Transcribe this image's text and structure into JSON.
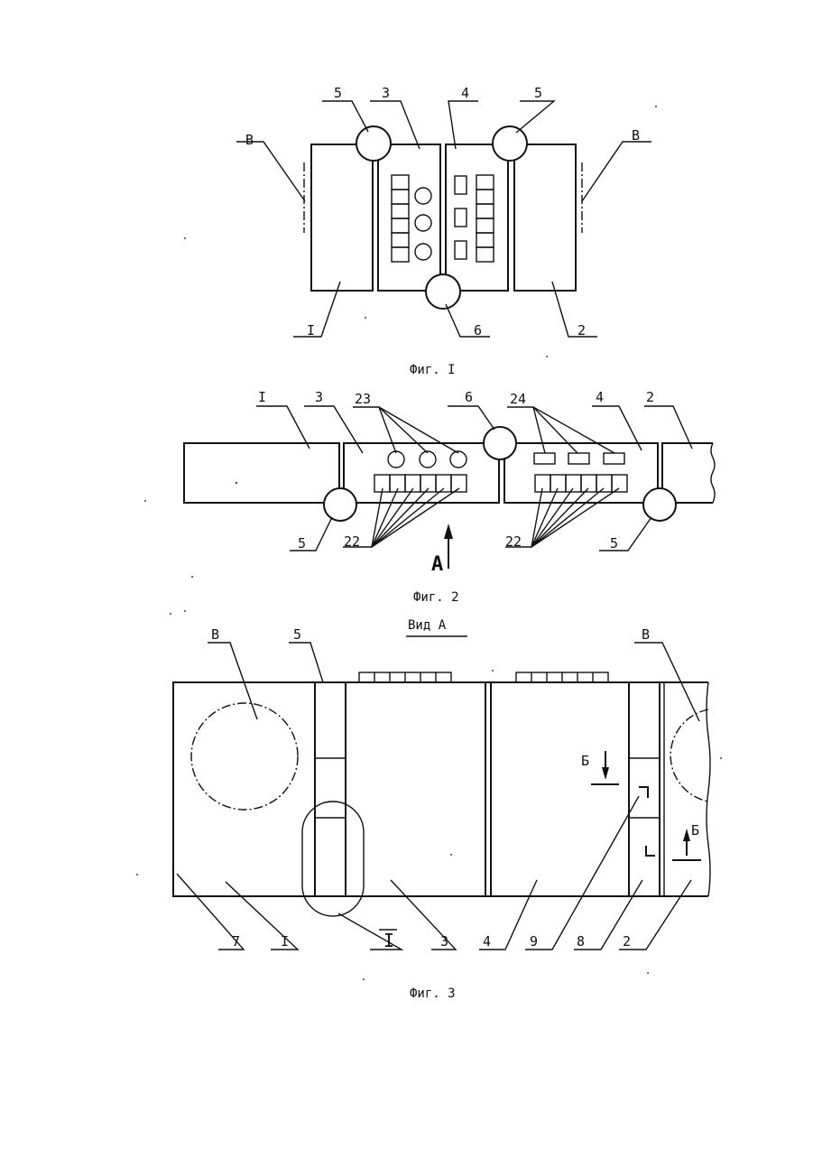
{
  "fig1": {
    "caption": "Фиг. I",
    "labels": {
      "b_left": "В",
      "b_right": "В",
      "n5_left": "5",
      "n3": "3",
      "n4": "4",
      "n5_right": "5",
      "n1": "I",
      "n6": "6",
      "n2": "2"
    }
  },
  "fig2": {
    "caption": "Фиг. 2",
    "labels": {
      "n1": "I",
      "n3": "3",
      "n23": "23",
      "n6": "6",
      "n24": "24",
      "n4": "4",
      "n2": "2",
      "n5_left": "5",
      "n22_left": "22",
      "arrow_a": "А",
      "n22_right": "22",
      "n5_right": "5"
    }
  },
  "fig3": {
    "view_title": "Вид  А",
    "caption": "Фиг. 3",
    "labels": {
      "b_left": "В",
      "n5": "5",
      "b_right": "В",
      "section_b_left": "Б",
      "section_b_right": "Б",
      "n7": "7",
      "n1": "I",
      "detail_1": "I",
      "n3": "3",
      "n4": "4",
      "n9": "9",
      "n8": "8",
      "n2": "2"
    }
  }
}
